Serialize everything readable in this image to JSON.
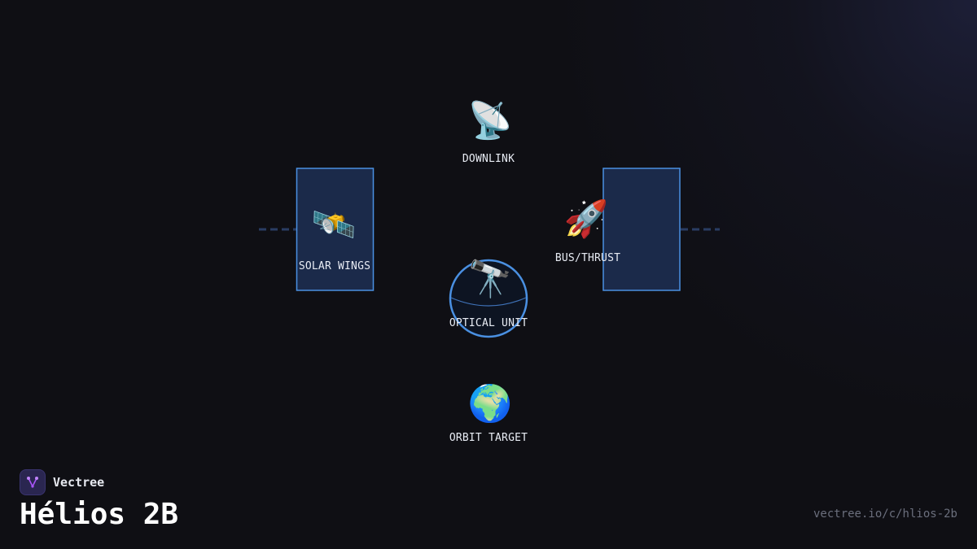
{
  "brand": {
    "name": "Vectree",
    "logo_icon": "branch-logo-icon",
    "logo_color": "#a855f7"
  },
  "title": "Hélios 2B",
  "url": "vectree.io/c/hlios-2b",
  "colors": {
    "accent": "#4a90e2",
    "panel_fill": "#1b2a4a",
    "connector": "#2a3d63",
    "background": "#0f0f14"
  },
  "diagram": {
    "nodes": [
      {
        "id": "downlink",
        "label": "DOWNLINK",
        "icon": "satellite-dish-icon",
        "glyph": "📡"
      },
      {
        "id": "solar",
        "label": "SOLAR WINGS",
        "icon": "satellite-icon",
        "glyph": "🛰️"
      },
      {
        "id": "bus",
        "label": "BUS/THRUST",
        "icon": "rocket-icon",
        "glyph": "🚀"
      },
      {
        "id": "optical",
        "label": "OPTICAL UNIT",
        "icon": "telescope-icon",
        "glyph": "🔭"
      },
      {
        "id": "target",
        "label": "ORBIT TARGET",
        "icon": "globe-icon",
        "glyph": "🌍"
      }
    ]
  }
}
